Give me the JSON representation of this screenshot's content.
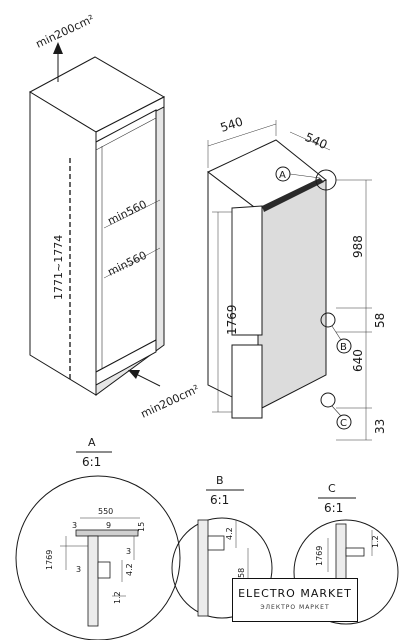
{
  "niche": {
    "top_airflow": "min200cm²",
    "bottom_airflow": "min200cm²",
    "height": "1771~1774",
    "depth_upper": "min560",
    "depth_lower": "min560"
  },
  "appliance": {
    "width": "540",
    "depth": "540",
    "total_height": "1769",
    "upper_height": "988",
    "gap": "58",
    "lower_height": "640",
    "bottom_gap": "33",
    "marker_a": "A",
    "marker_b": "B",
    "marker_c": "C"
  },
  "details": [
    {
      "letter": "A",
      "scale": "6:1",
      "dims": [
        "550",
        "3",
        "9",
        "3",
        "15",
        "1769",
        "3",
        "4.2",
        "1.2"
      ]
    },
    {
      "letter": "B",
      "scale": "6:1",
      "dims": [
        "4.2",
        "58"
      ]
    },
    {
      "letter": "C",
      "scale": "6:1",
      "dims": [
        "1.2",
        "1769"
      ]
    }
  ],
  "brand": {
    "name": "ELECTRO MARKET",
    "subtitle": "ЭЛЕКТРО МАРКЕТ"
  },
  "colors": {
    "ink": "#1a1a1a",
    "panel": "#e6e6e6",
    "background": "#ffffff"
  }
}
